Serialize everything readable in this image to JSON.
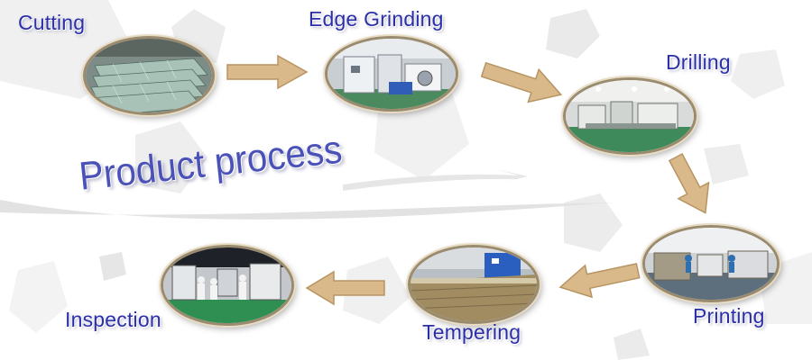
{
  "title": "Product process",
  "steps": [
    {
      "label": "Cutting"
    },
    {
      "label": "Edge Grinding"
    },
    {
      "label": "Drilling"
    },
    {
      "label": "Printing"
    },
    {
      "label": "Tempering"
    },
    {
      "label": "Inspection"
    }
  ],
  "colors": {
    "label_text": "#2b2fa8",
    "title_text": "#4a52b8",
    "arrow_fill": "#d9b98a",
    "arrow_stroke": "#b89462",
    "photo_border": "#9a8a6e",
    "background_shape": "#ececec"
  },
  "icons": [
    "flow-arrow-icon"
  ]
}
